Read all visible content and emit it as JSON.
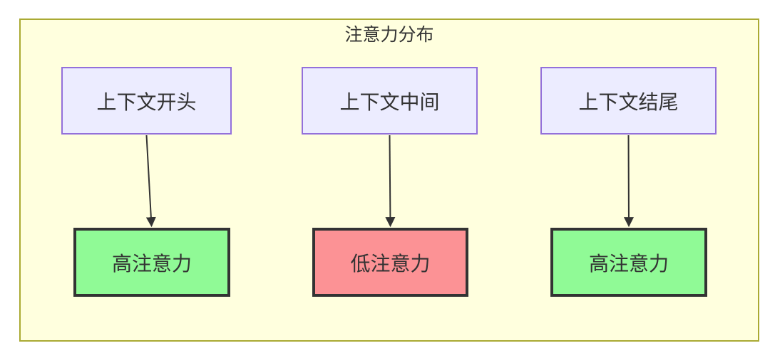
{
  "diagram": {
    "title": "注意力分布",
    "top_nodes": [
      {
        "id": "context-beginning",
        "label": "上下文开头"
      },
      {
        "id": "context-middle",
        "label": "上下文中间"
      },
      {
        "id": "context-end",
        "label": "上下文结尾"
      }
    ],
    "bottom_nodes": [
      {
        "id": "attention-start",
        "label": "高注意力",
        "level": "high"
      },
      {
        "id": "attention-middle",
        "label": "低注意力",
        "level": "low"
      },
      {
        "id": "attention-end",
        "label": "高注意力",
        "level": "high"
      }
    ],
    "edges": [
      {
        "from": "context-beginning",
        "to": "attention-start"
      },
      {
        "from": "context-middle",
        "to": "attention-middle"
      },
      {
        "from": "context-end",
        "to": "attention-end"
      }
    ],
    "colors": {
      "cluster_fill": "#ffffde",
      "cluster_border": "#aaaa33",
      "node_fill": "#ECECFF",
      "node_border": "#9370DB",
      "high_fill": "#90fa96",
      "low_fill": "#fc9295",
      "result_border": "#333333",
      "arrow": "#333333",
      "text": "#333333"
    }
  }
}
